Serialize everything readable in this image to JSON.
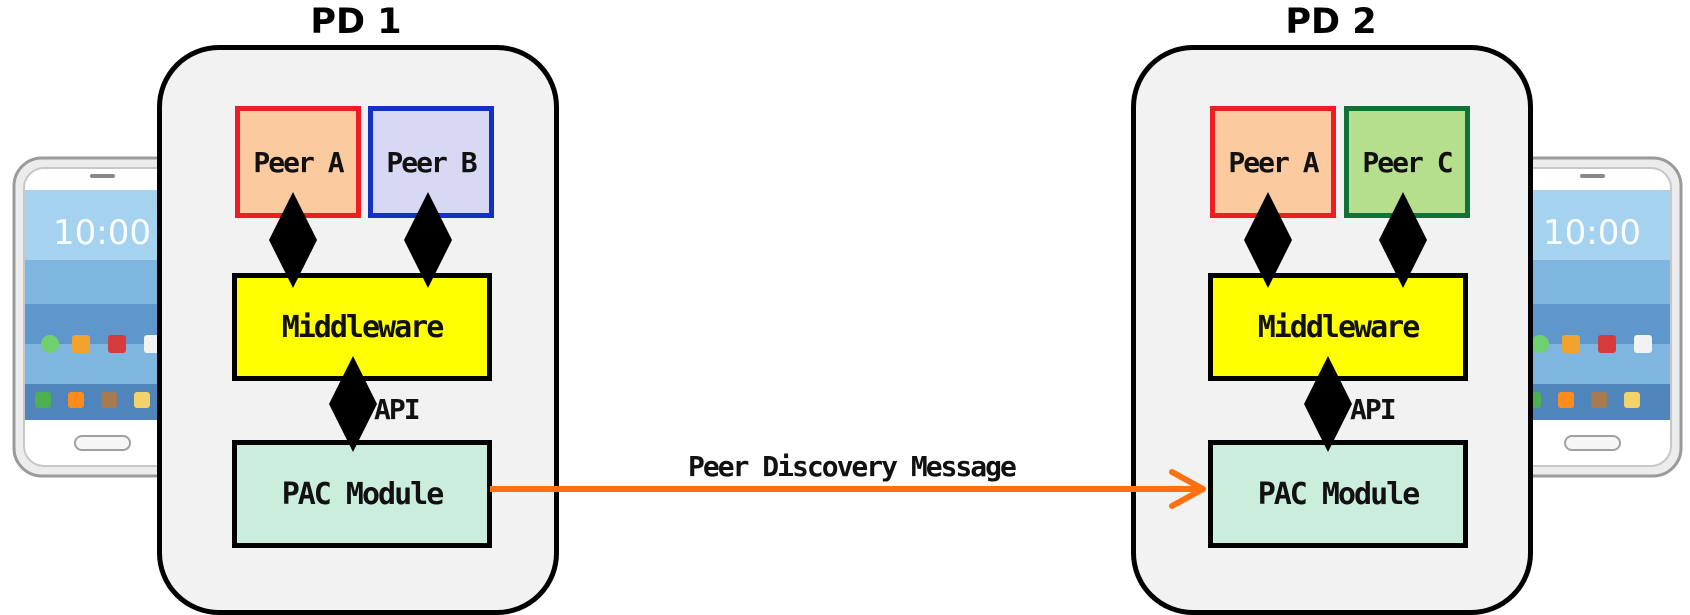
{
  "left_device": {
    "title": "PD 1",
    "peer_one": "Peer A",
    "peer_two": "Peer B",
    "middleware": "Middleware",
    "api": "API",
    "pac": "PAC Module"
  },
  "right_device": {
    "title": "PD 2",
    "peer_one": "Peer A",
    "peer_two": "Peer C",
    "middleware": "Middleware",
    "api": "API",
    "pac": "PAC Module"
  },
  "message": "Peer Discovery Message",
  "colors": {
    "peer_a_border": "#ee1d24",
    "peer_a_fill": "#fbcb9f",
    "peer_b_border": "#1331c5",
    "peer_b_fill": "#d7d8f4",
    "peer_c_border": "#127136",
    "peer_c_fill": "#b5df8d",
    "middleware_fill": "#ffff00",
    "pac_fill": "#cbeedc",
    "message_arrow": "#ff7010"
  },
  "icons": {
    "left_phone": "smartphone-icon",
    "right_phone": "smartphone-icon"
  }
}
